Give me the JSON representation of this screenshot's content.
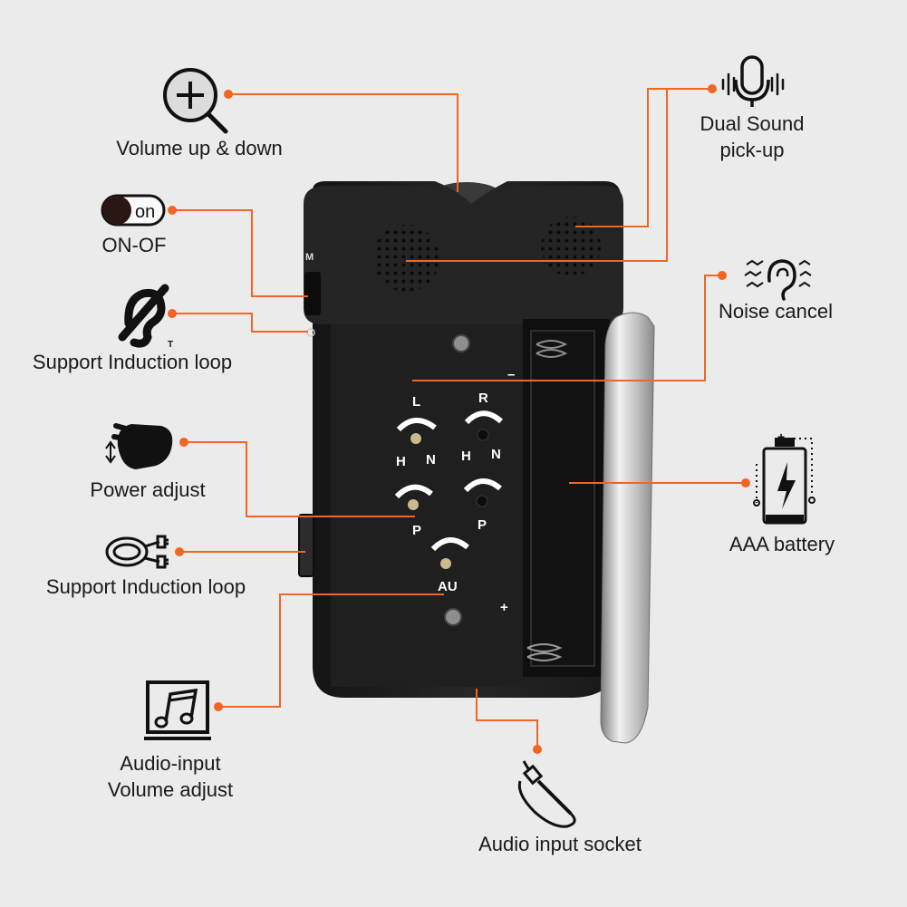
{
  "device": {
    "switch_label": "M",
    "markings": {
      "left_channel": "L",
      "right_channel": "R",
      "high_left": "H",
      "normal_left": "N",
      "high_right": "H",
      "normal_right": "N",
      "power_left": "P",
      "power_right": "P",
      "audio": "AU",
      "minus": "–",
      "plus": "+"
    }
  },
  "features": {
    "volume": {
      "label": "Volume up & down",
      "icon": "magnifier-plus-icon"
    },
    "power_switch": {
      "label": "ON-OF",
      "toggle_text": "on",
      "icon": "toggle-switch-icon"
    },
    "induction_loop_top": {
      "label": "Support Induction loop",
      "icon": "hearing-loop-icon"
    },
    "power_adjust": {
      "label": "Power adjust",
      "icon": "hand-swipe-icon"
    },
    "induction_loop_bottom": {
      "label": "Support Induction loop",
      "icon": "cable-plug-icon"
    },
    "audio_input_volume": {
      "line1": "Audio-input",
      "line2": "Volume adjust",
      "icon": "music-note-icon"
    },
    "dual_sound": {
      "line1": "Dual Sound",
      "line2": "pick-up",
      "icon": "microphone-icon"
    },
    "noise_cancel": {
      "label": "Noise cancel",
      "icon": "ear-noise-icon"
    },
    "battery": {
      "label": "AAA battery",
      "icon": "battery-charging-icon"
    },
    "audio_socket": {
      "label": "Audio input socket",
      "icon": "audio-jack-icon"
    }
  },
  "colors": {
    "background": "#ebebeb",
    "leader_line": "#f26522",
    "device_body": "#1e1e1e",
    "battery_door": "#c9c9c9"
  }
}
